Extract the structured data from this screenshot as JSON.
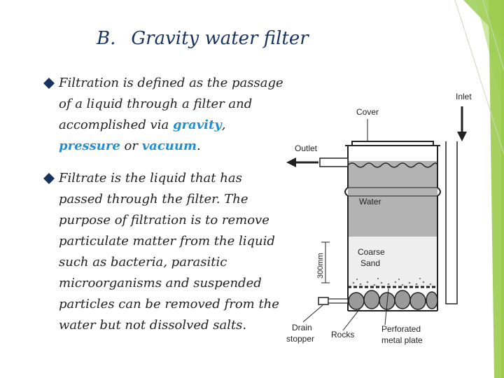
{
  "slide": {
    "title_num": "B.",
    "title_text": "Gravity water filter",
    "bullet1": {
      "part1": "Filtration is defined as the passage of a liquid through a filter and accomplished via ",
      "hl1": "gravity",
      "sep": ", ",
      "hl2": "pressure",
      "part2": " or ",
      "hl3": "vacuum",
      "end": "."
    },
    "bullet2": "Filtrate is the liquid that has passed through the filter. The purpose of filtration is to remove particulate matter from the liquid such as bacteria, parasitic microorganisms and suspended particles can be removed from the water but not dissolved salts."
  },
  "diagram": {
    "inlet": "Inlet",
    "cover": "Cover",
    "outlet": "Outlet",
    "water": "Water",
    "coarse": "Coarse",
    "sand": "Sand",
    "dimension": "300mm",
    "drain1": "Drain",
    "drain2": "stopper",
    "rocks": "Rocks",
    "perf1": "Perforated",
    "perf2": "metal plate"
  },
  "colors": {
    "title": "#17325f",
    "highlight": "#1f8fd0",
    "accent_green": "#8cc63f",
    "water": "#b3b3b3"
  }
}
